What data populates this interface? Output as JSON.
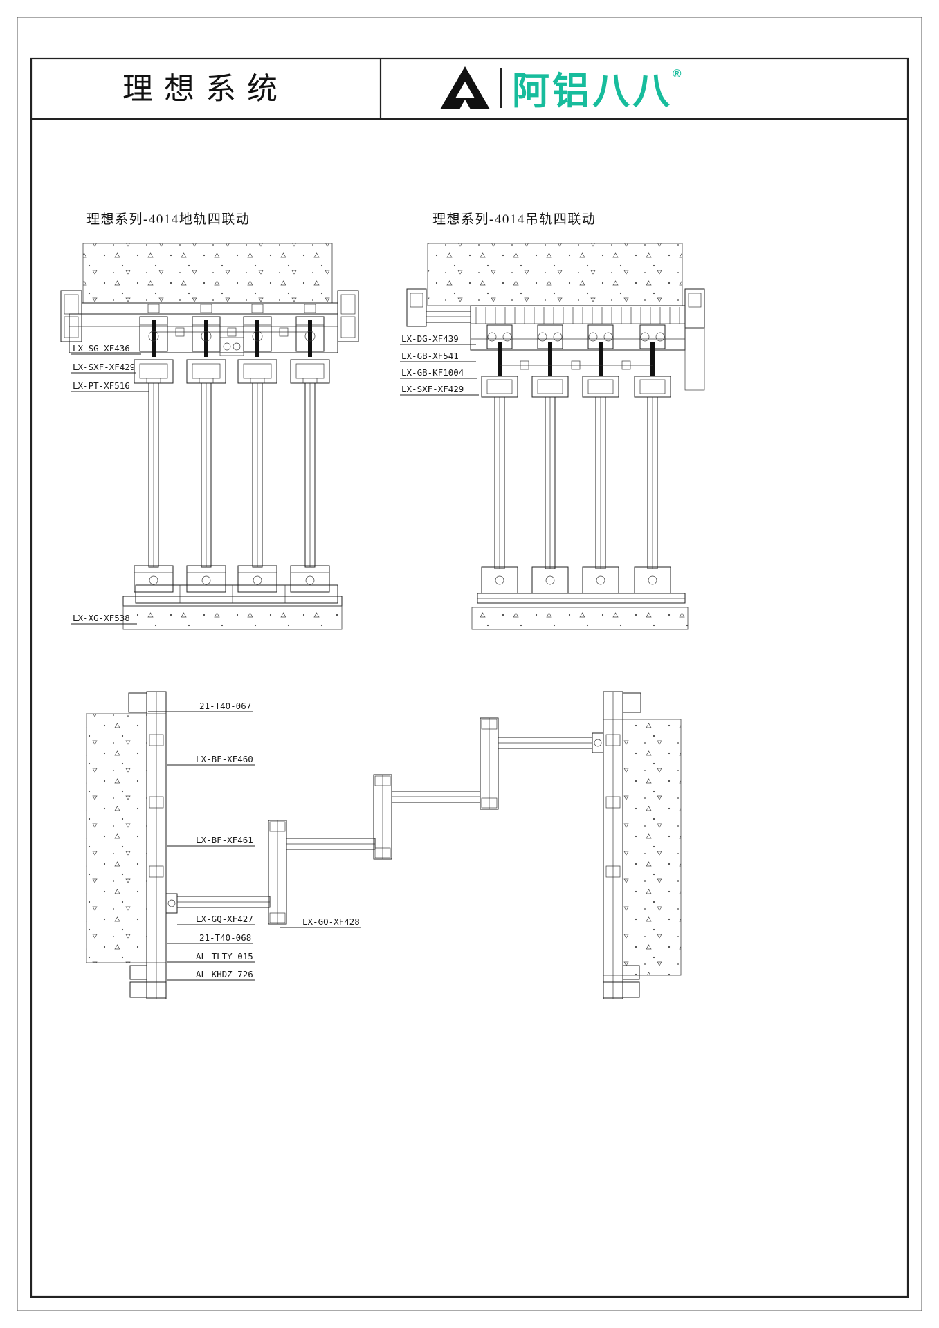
{
  "sheet": {
    "title": "理想系统",
    "logo": {
      "brand": "阿铝八八",
      "registered": "®",
      "accent": "#17BC9C"
    }
  },
  "views": {
    "floor_track": {
      "title": "理想系列-4014地轨四联动",
      "labels": [
        "LX-SG-XF436",
        "LX-SXF-XF429",
        "LX-PT-XF516",
        "LX-XG-XF538"
      ]
    },
    "hanging_track": {
      "title": "理想系列-4014吊轨四联动",
      "labels": [
        "LX-DG-XF439",
        "LX-GB-XF541",
        "LX-GB-KF1004",
        "LX-SXF-XF429"
      ]
    },
    "plan": {
      "labels": [
        "21-T40-067",
        "LX-BF-XF460",
        "LX-BF-XF461",
        "LX-GQ-XF427",
        "LX-GQ-XF428",
        "21-T40-068",
        "AL-TLTY-015",
        "AL-KHDZ-726"
      ]
    }
  }
}
